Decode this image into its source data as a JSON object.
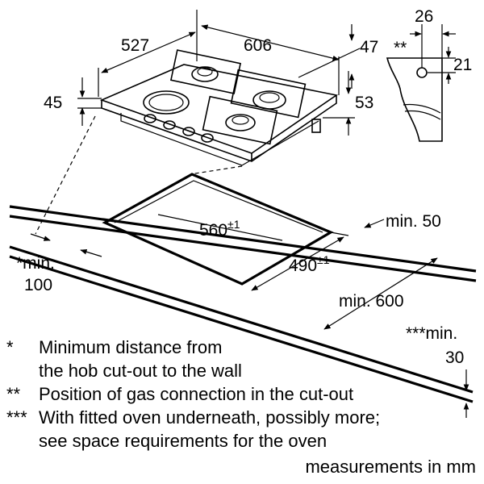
{
  "dimensions": {
    "hob_depth": "527",
    "hob_width": "606",
    "burner_offset": "47",
    "hob_height": "45",
    "connection_height": "53",
    "gas_offset_x": "26",
    "gas_offset_y": "21",
    "gas_mark": "**",
    "cutout_width": "560",
    "cutout_depth": "490",
    "tolerance": "±1",
    "min_rear": "min. 50",
    "min_wall_prefix": "*min.",
    "min_wall_value": "100",
    "min_front": "min. 600",
    "min_thickness_prefix": "***min.",
    "min_thickness_value": "30"
  },
  "legend": [
    {
      "mark": "*",
      "lines": [
        "Minimum distance from",
        "the hob cut-out to the wall"
      ]
    },
    {
      "mark": "**",
      "lines": [
        "Position of gas connection in the cut-out"
      ]
    },
    {
      "mark": "***",
      "lines": [
        "With fitted oven underneath, possibly more;",
        "see space requirements for the oven"
      ]
    }
  ],
  "footer": "measurements in mm"
}
